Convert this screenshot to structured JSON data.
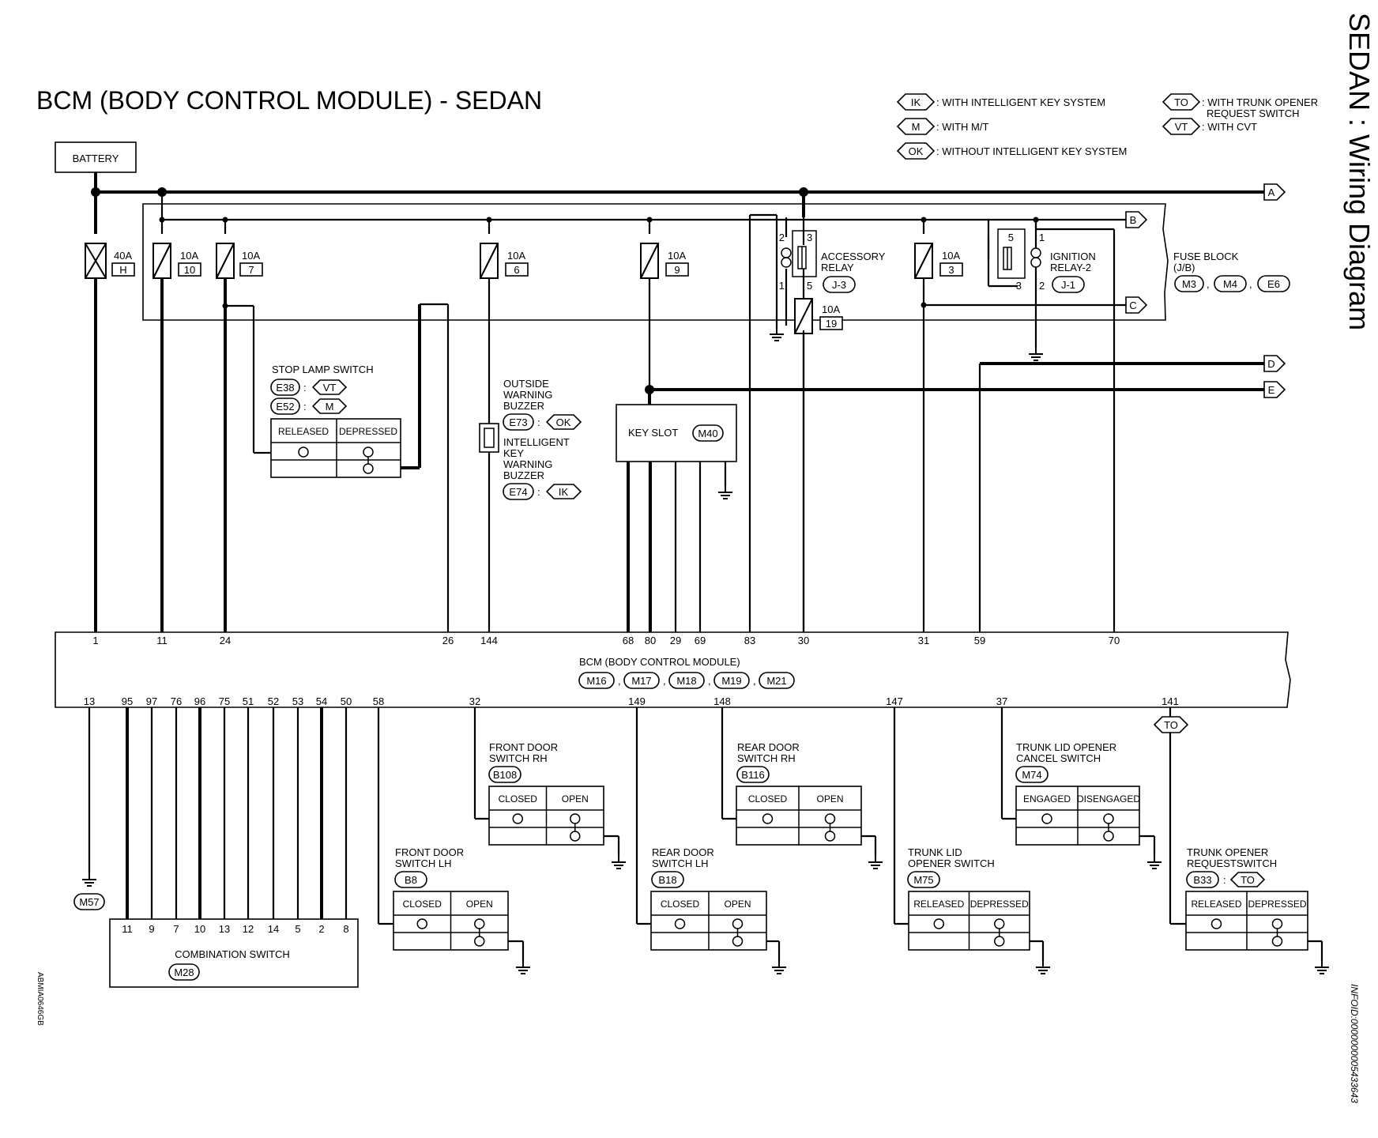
{
  "title": "BCM (BODY CONTROL MODULE) - SEDAN",
  "side_title": "SEDAN : Wiring Diagram",
  "side_id": "INFOID:0000000005433643",
  "bottom_code": "ABMIA0646GB",
  "legend": [
    {
      "tag": "IK",
      "text": ": WITH INTELLIGENT KEY SYSTEM"
    },
    {
      "tag": "M",
      "text": ": WITH M/T"
    },
    {
      "tag": "OK",
      "text": ": WITHOUT INTELLIGENT KEY SYSTEM"
    },
    {
      "tag": "TO",
      "text": ": WITH TRUNK OPENER",
      "text2": "REQUEST SWITCH"
    },
    {
      "tag": "VT",
      "text": ": WITH CVT"
    }
  ],
  "battery": "BATTERY",
  "arrows": [
    "A",
    "B",
    "C",
    "D",
    "E"
  ],
  "fuses": [
    {
      "amp": "40A",
      "id": "H"
    },
    {
      "amp": "10A",
      "id": "10"
    },
    {
      "amp": "10A",
      "id": "7"
    },
    {
      "amp": "10A",
      "id": "6"
    },
    {
      "amp": "10A",
      "id": "9"
    },
    {
      "amp": "10A",
      "id": "3"
    },
    {
      "amp": "10A",
      "id": "19"
    }
  ],
  "fuse_block": {
    "name": "FUSE BLOCK",
    "sub": "(J/B)",
    "connectors": [
      "M3",
      "M4",
      "E6"
    ]
  },
  "accessory_relay": {
    "name": "ACCESSORY",
    "name2": "RELAY",
    "conn": "J-3",
    "pins": [
      "2",
      "3",
      "1",
      "5"
    ]
  },
  "ignition_relay": {
    "name": "IGNITION",
    "name2": "RELAY-2",
    "conn": "J-1",
    "pins": [
      "5",
      "1",
      "3",
      "2"
    ]
  },
  "stop_lamp": {
    "name": "STOP LAMP SWITCH",
    "c1": "E38",
    "t1": "VT",
    "c2": "E52",
    "t2": "M",
    "col1": "RELEASED",
    "col2": "DEPRESSED"
  },
  "buzzer": {
    "l1": "OUTSIDE",
    "l2": "WARNING",
    "l3": "BUZZER",
    "c1": "E73",
    "t1": "OK",
    "l4": "INTELLIGENT",
    "l5": "KEY",
    "l6": "WARNING",
    "l7": "BUZZER",
    "c2": "E74",
    "t2": "IK"
  },
  "key_slot": {
    "name": "KEY SLOT",
    "conn": "M40"
  },
  "bcm": {
    "name": "BCM (BODY CONTROL MODULE)",
    "connectors": [
      "M16",
      "M17",
      "M18",
      "M19",
      "M21"
    ],
    "top_pins": [
      "1",
      "11",
      "24",
      "26",
      "144",
      "68",
      "80",
      "29",
      "69",
      "83",
      "30",
      "31",
      "59",
      "70"
    ],
    "bottom_pins": [
      "13",
      "95",
      "97",
      "76",
      "96",
      "75",
      "51",
      "52",
      "53",
      "54",
      "50",
      "58",
      "32",
      "149",
      "148",
      "147",
      "37",
      "141"
    ]
  },
  "ground_m57": "M57",
  "combination_switch": {
    "name": "COMBINATION SWITCH",
    "conn": "M28",
    "pins": [
      "11",
      "9",
      "7",
      "10",
      "13",
      "12",
      "14",
      "5",
      "2",
      "8"
    ]
  },
  "switches": [
    {
      "key": "fdrh",
      "l1": "FRONT DOOR",
      "l2": "SWITCH RH",
      "conn": "B108",
      "col1": "CLOSED",
      "col2": "OPEN"
    },
    {
      "key": "fdlh",
      "l1": "FRONT DOOR",
      "l2": "SWITCH LH",
      "conn": "B8",
      "col1": "CLOSED",
      "col2": "OPEN"
    },
    {
      "key": "rdrh",
      "l1": "REAR DOOR",
      "l2": "SWITCH RH",
      "conn": "B116",
      "col1": "CLOSED",
      "col2": "OPEN"
    },
    {
      "key": "rdlh",
      "l1": "REAR DOOR",
      "l2": "SWITCH LH",
      "conn": "B18",
      "col1": "CLOSED",
      "col2": "OPEN"
    },
    {
      "key": "tlo",
      "l1": "TRUNK LID",
      "l2": "OPENER SWITCH",
      "conn": "M75",
      "col1": "RELEASED",
      "col2": "DEPRESSED"
    },
    {
      "key": "tloc",
      "l1": "TRUNK LID OPENER",
      "l2": "CANCEL SWITCH",
      "conn": "M74",
      "col1": "ENGAGED",
      "col2": "DISENGAGED"
    },
    {
      "key": "tor",
      "l1": "TRUNK OPENER",
      "l2": "REQUESTSWITCH",
      "conn": "B33",
      "tag": "TO",
      "col1": "RELEASED",
      "col2": "DEPRESSED"
    }
  ],
  "pin141_tag": "TO"
}
